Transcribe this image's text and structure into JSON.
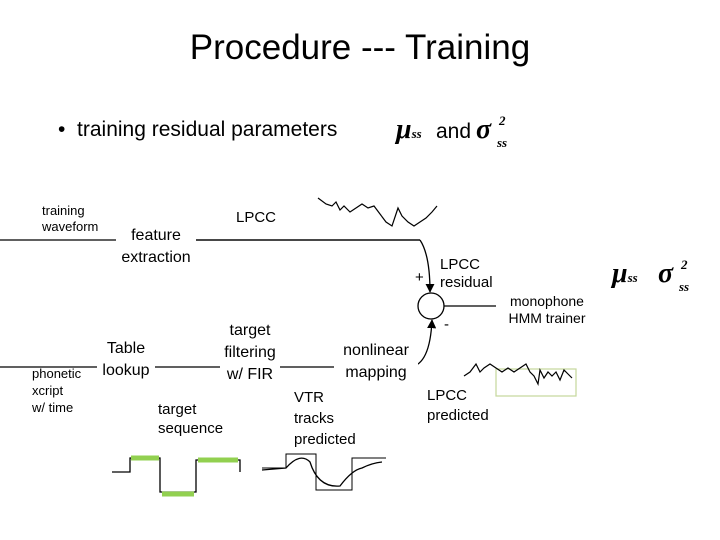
{
  "title": "Procedure --- Training",
  "bullet": {
    "symbol": "•",
    "text": "training residual parameters",
    "and": "and"
  },
  "math": {
    "mu": "μ",
    "sigma": "σ",
    "subscript": "ss",
    "superscript": "2"
  },
  "diagram": {
    "training_waveform": [
      "training",
      "waveform"
    ],
    "feature_extraction": [
      "feature",
      "extraction"
    ],
    "lpcc_top": "LPCC",
    "plus": "+",
    "minus": "-",
    "lpcc_residual": [
      "LPCC",
      "residual"
    ],
    "monophone_hmm": [
      "monophone",
      "HMM trainer"
    ],
    "phonetic_xcript": [
      "phonetic",
      "xcript",
      "w/ time"
    ],
    "table_lookup": [
      "Table",
      "lookup"
    ],
    "target_sequence": [
      "target",
      "sequence"
    ],
    "target_filtering": [
      "target",
      "filtering",
      "w/ FIR"
    ],
    "vtr_tracks": [
      "VTR",
      "tracks",
      "predicted"
    ],
    "nonlinear_mapping": [
      "nonlinear",
      "mapping"
    ],
    "lpcc_predicted": [
      "LPCC",
      "predicted"
    ]
  },
  "colors": {
    "target_sequence_segments": "#92d050",
    "waveform_box": "#c4d79b",
    "line": "#000000"
  }
}
